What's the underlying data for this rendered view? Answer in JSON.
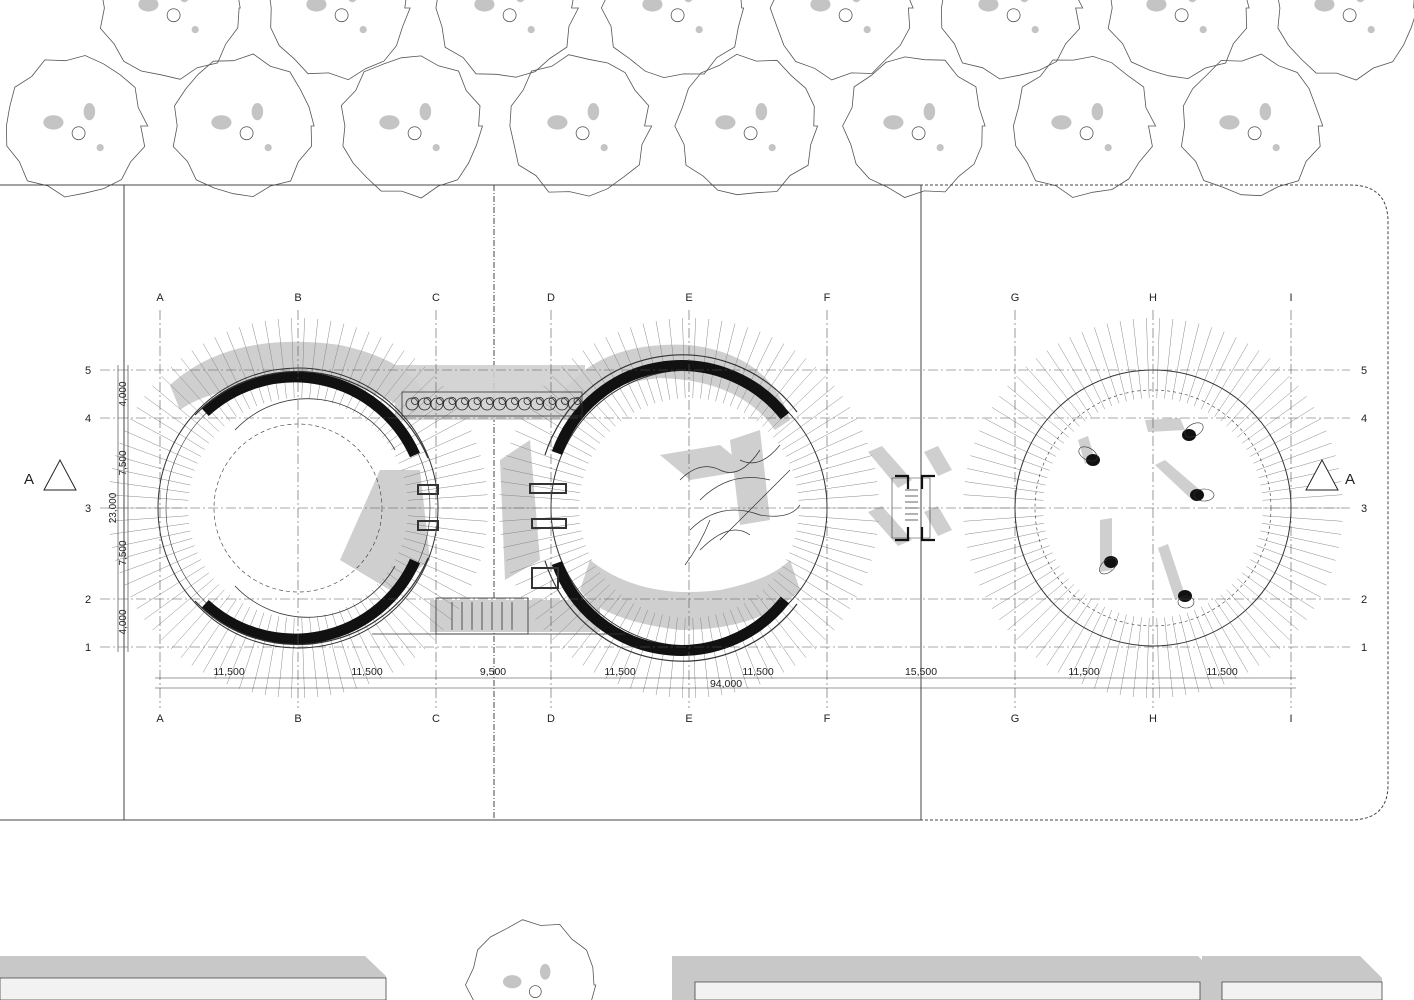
{
  "grid": {
    "columns": [
      "A",
      "B",
      "C",
      "D",
      "E",
      "F",
      "G",
      "H",
      "I"
    ],
    "rows": [
      "5",
      "4",
      "3",
      "2",
      "1"
    ]
  },
  "dimensions": {
    "horizontal": [
      "11,500",
      "11,500",
      "9,500",
      "11,500",
      "11,500",
      "15,500",
      "11,500",
      "11,500"
    ],
    "overall": "94,000",
    "vertical": [
      "4,000",
      "7,500",
      "23,000",
      "7,500",
      "4,000"
    ]
  },
  "section_marker": "A",
  "colors": {
    "line": "#333333",
    "shadow": "#c8c8c8",
    "wall": "#111111"
  }
}
